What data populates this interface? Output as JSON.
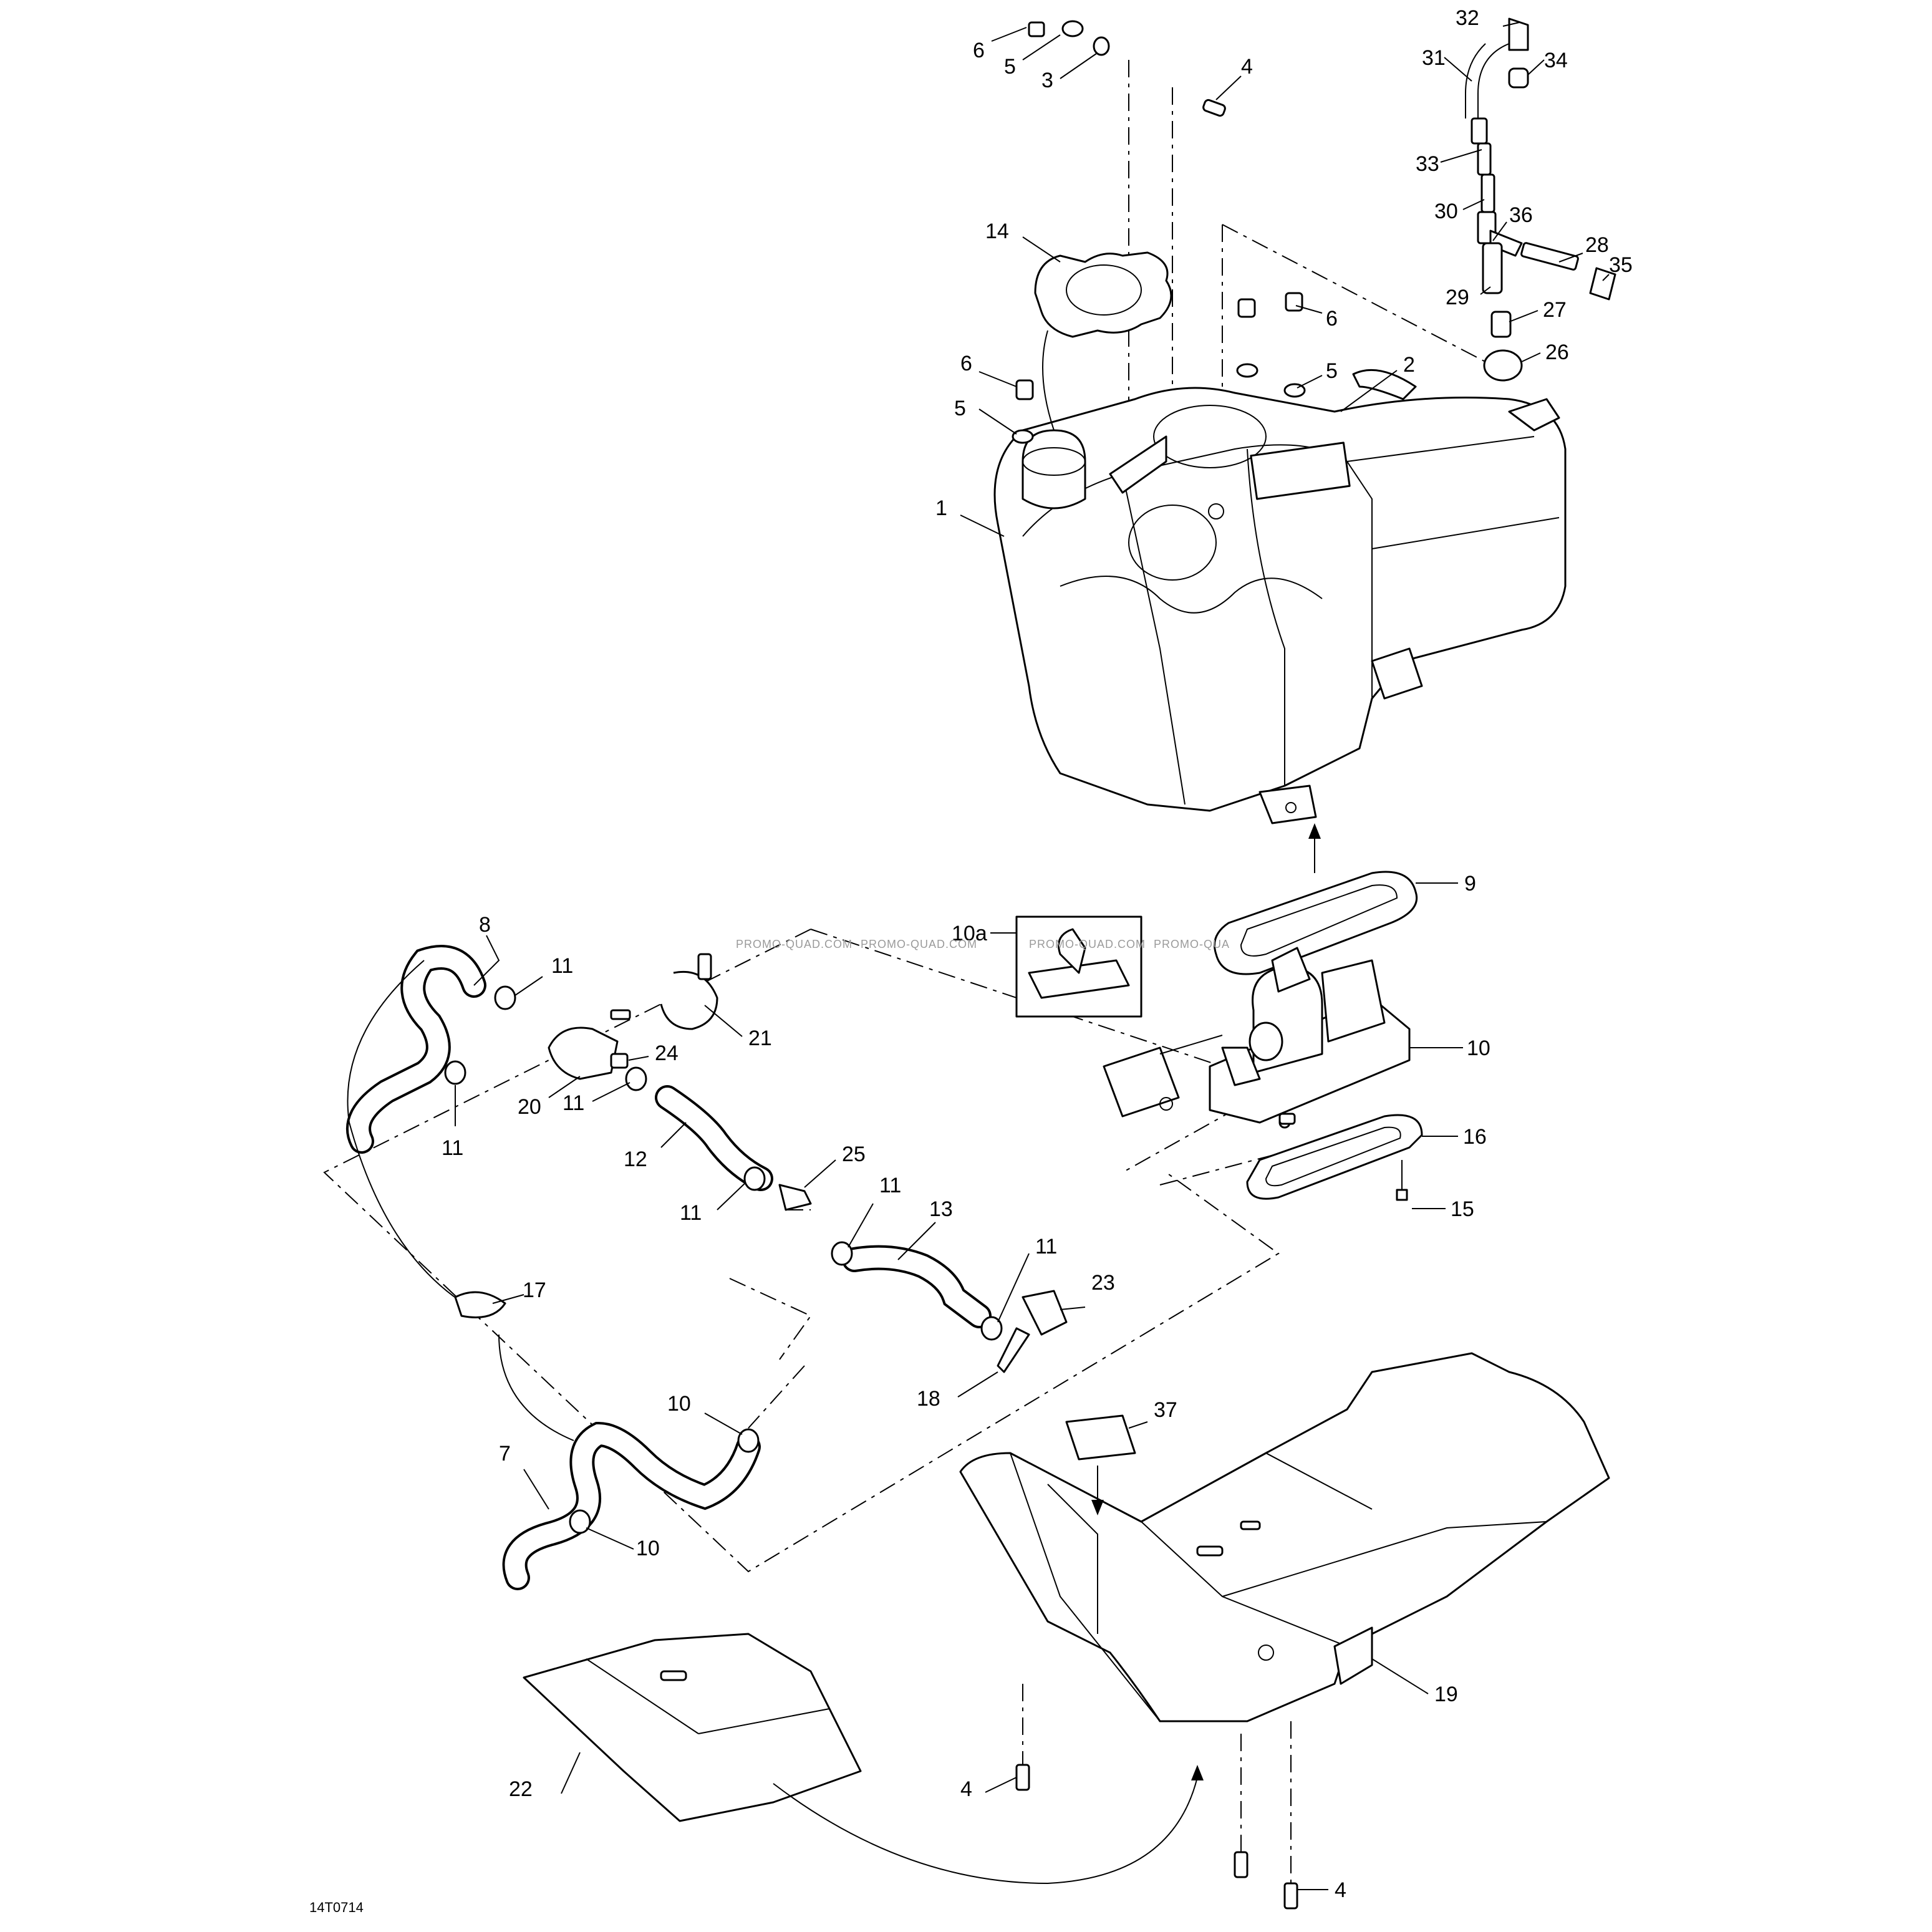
{
  "diagram": {
    "drawing_code": "14T0714",
    "watermarks": [
      "PROMO-QUAD.COM",
      "PROMO-QUAD.COM",
      "PROMO-QUAD.COM",
      "PROMO-QUA"
    ],
    "callouts": [
      {
        "id": "c1",
        "label": "1"
      },
      {
        "id": "c2",
        "label": "2"
      },
      {
        "id": "c3",
        "label": "3"
      },
      {
        "id": "c4a",
        "label": "4"
      },
      {
        "id": "c4b",
        "label": "4"
      },
      {
        "id": "c4c",
        "label": "4"
      },
      {
        "id": "c5a",
        "label": "5"
      },
      {
        "id": "c5b",
        "label": "5"
      },
      {
        "id": "c5c",
        "label": "5"
      },
      {
        "id": "c6a",
        "label": "6"
      },
      {
        "id": "c6b",
        "label": "6"
      },
      {
        "id": "c6c",
        "label": "6"
      },
      {
        "id": "c7",
        "label": "7"
      },
      {
        "id": "c8",
        "label": "8"
      },
      {
        "id": "c9",
        "label": "9"
      },
      {
        "id": "c10",
        "label": "10"
      },
      {
        "id": "c10a",
        "label": "10a"
      },
      {
        "id": "c10b",
        "label": "10"
      },
      {
        "id": "c10c",
        "label": "10"
      },
      {
        "id": "c11a",
        "label": "11"
      },
      {
        "id": "c11b",
        "label": "11"
      },
      {
        "id": "c11c",
        "label": "11"
      },
      {
        "id": "c11d",
        "label": "11"
      },
      {
        "id": "c11e",
        "label": "11"
      },
      {
        "id": "c11f",
        "label": "11"
      },
      {
        "id": "c12",
        "label": "12"
      },
      {
        "id": "c13",
        "label": "13"
      },
      {
        "id": "c14",
        "label": "14"
      },
      {
        "id": "c15",
        "label": "15"
      },
      {
        "id": "c16",
        "label": "16"
      },
      {
        "id": "c17",
        "label": "17"
      },
      {
        "id": "c18",
        "label": "18"
      },
      {
        "id": "c19",
        "label": "19"
      },
      {
        "id": "c20",
        "label": "20"
      },
      {
        "id": "c21",
        "label": "21"
      },
      {
        "id": "c22",
        "label": "22"
      },
      {
        "id": "c23",
        "label": "23"
      },
      {
        "id": "c24",
        "label": "24"
      },
      {
        "id": "c25",
        "label": "25"
      },
      {
        "id": "c26",
        "label": "26"
      },
      {
        "id": "c27",
        "label": "27"
      },
      {
        "id": "c28",
        "label": "28"
      },
      {
        "id": "c29",
        "label": "29"
      },
      {
        "id": "c30",
        "label": "30"
      },
      {
        "id": "c31",
        "label": "31"
      },
      {
        "id": "c32",
        "label": "32"
      },
      {
        "id": "c33",
        "label": "33"
      },
      {
        "id": "c34",
        "label": "34"
      },
      {
        "id": "c35",
        "label": "35"
      },
      {
        "id": "c36",
        "label": "36"
      },
      {
        "id": "c37",
        "label": "37"
      }
    ]
  }
}
